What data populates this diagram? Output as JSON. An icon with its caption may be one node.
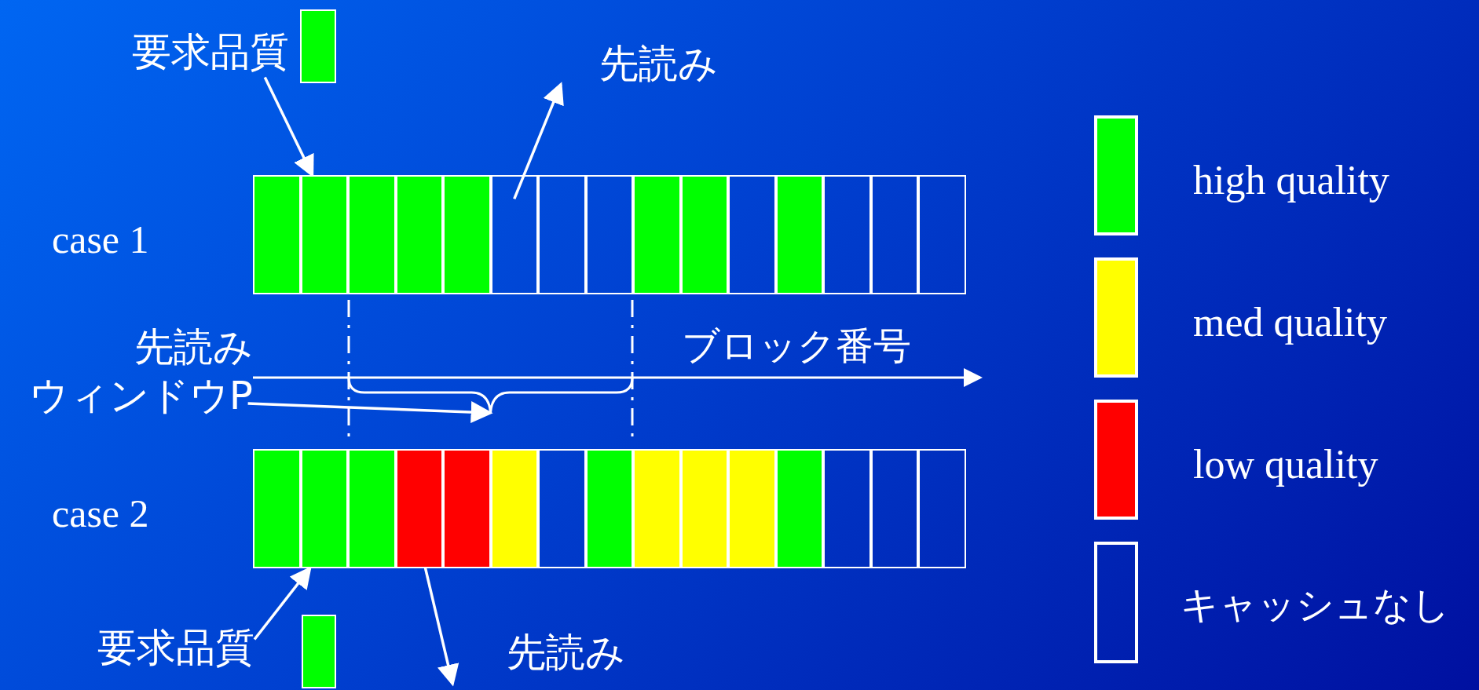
{
  "diagram": {
    "nodes": [
      {
        "text": [
          "要求品質"
        ]
      },
      {
        "text": [],
        "shape": "box"
      },
      {
        "text": [
          "先読み"
        ]
      },
      {
        "text": [],
        "shape": "box"
      },
      {
        "text": [],
        "shape": "box"
      },
      {
        "text": [],
        "shape": "box"
      },
      {
        "text": [],
        "shape": "box"
      },
      {
        "text": [],
        "shape": "box"
      },
      {
        "text": [],
        "shape": "box"
      },
      {
        "text": [],
        "shape": "box"
      },
      {
        "text": [],
        "shape": "box"
      },
      {
        "text": [],
        "shape": "box"
      },
      {
        "text": [],
        "shape": "box"
      },
      {
        "text": [],
        "shape": "box"
      },
      {
        "text": [],
        "shape": "box"
      },
      {
        "text": [],
        "shape": "box"
      },
      {
        "text": [],
        "shape": "box"
      },
      {
        "text": [],
        "shape": "box"
      },
      {
        "text": [
          "先読み",
          "ウィンドウP"
        ]
      },
      {
        "text": [],
        "shape": "box"
      },
      {
        "text": [],
        "shape": "box"
      },
      {
        "text": [],
        "shape": "box"
      },
      {
        "text": [],
        "shape": "box"
      },
      {
        "text": [],
        "shape": "box"
      },
      {
        "text": [],
        "shape": "box"
      },
      {
        "text": [],
        "shape": "box"
      },
      {
        "text": [],
        "shape": "box"
      },
      {
        "text": [],
        "shape": "box"
      },
      {
        "text": [],
        "shape": "box"
      },
      {
        "text": [],
        "shape": "box"
      },
      {
        "text": [],
        "shape": "box"
      },
      {
        "text": [],
        "shape": "box"
      },
      {
        "text": [],
        "shape": "box"
      },
      {
        "text": [],
        "shape": "box"
      },
      {
        "text": [
          "要求品質"
        ]
      },
      {
        "text": [],
        "shape": "box"
      },
      {
        "text": [
          "先読み"
        ]
      },
      {
        "text": [],
        "shape": "brace"
      }
    ],
    "edges": [
      {
        "from": 0,
        "to": 4,
        "arrow": "to"
      },
      {
        "from": 8,
        "to": 2,
        "arrow": "to"
      },
      {
        "from": 18,
        "to": 37,
        "arrow": "to"
      },
      {
        "from": 34,
        "to": 20,
        "arrow": "to"
      },
      {
        "from": 22,
        "to": 36,
        "arrow": "to"
      }
    ],
    "labels": [
      "case 1",
      "ブロック番号",
      "case 2"
    ],
    "legend": [
      {
        "text": "high quality",
        "color": "#00ff00"
      },
      {
        "text": "med quality",
        "color": "#ffff00"
      },
      {
        "text": "low quality",
        "color": "#ff0000"
      },
      {
        "text": "キャッシュなし"
      }
    ]
  }
}
